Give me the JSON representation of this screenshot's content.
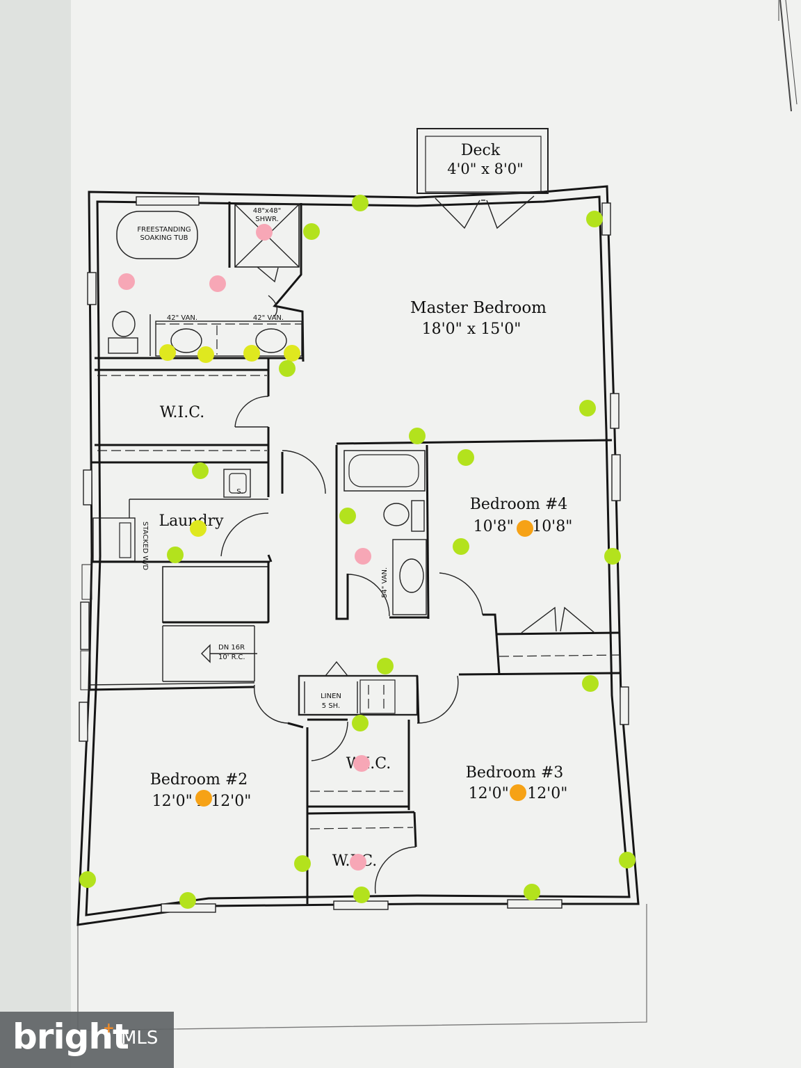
{
  "deck": {
    "name": "Deck",
    "size": "4'0\" x 8'0\""
  },
  "master_bedroom": {
    "name": "Master Bedroom",
    "size": "18'0\" x 15'0\""
  },
  "bedroom4": {
    "name": "Bedroom #4",
    "size": "10'8\" x 10'8\""
  },
  "bedroom2": {
    "name": "Bedroom #2",
    "size": "12'0\" x 12'0\""
  },
  "bedroom3": {
    "name": "Bedroom #3",
    "size": "12'0\" x 12'0\""
  },
  "wic": {
    "label": "W.I.C."
  },
  "laundry": {
    "name": "Laundry",
    "washer_dryer": "STACKED W/D",
    "sink": "S."
  },
  "bath": {
    "tub_line1": "FREESTANDING",
    "tub_line2": "SOAKING TUB",
    "shower_line1": "48\"x48\"",
    "shower_line2": "SHWR.",
    "vanity_left": "42\" VAN.",
    "vanity_right": "42\" VAN.",
    "hall_vanity": "54\" VAN."
  },
  "stairs": {
    "line1": "DN 16R",
    "line2": "10' R.C."
  },
  "linen": {
    "line1": "LINEN",
    "line2": "5 SH."
  },
  "watermark": {
    "brand": "bright",
    "suffix": "MLS"
  },
  "colors": {
    "green_dot": "#b3e21d",
    "yellow_dot": "#dfe81f",
    "pink_dot": "#f7a7b6",
    "orange_dot": "#f6a216"
  },
  "icons": [
    "swing-door-icon",
    "double-door-icon",
    "window-icon",
    "toilet-icon",
    "sink-icon",
    "tub-icon",
    "stair-arrow-icon"
  ]
}
